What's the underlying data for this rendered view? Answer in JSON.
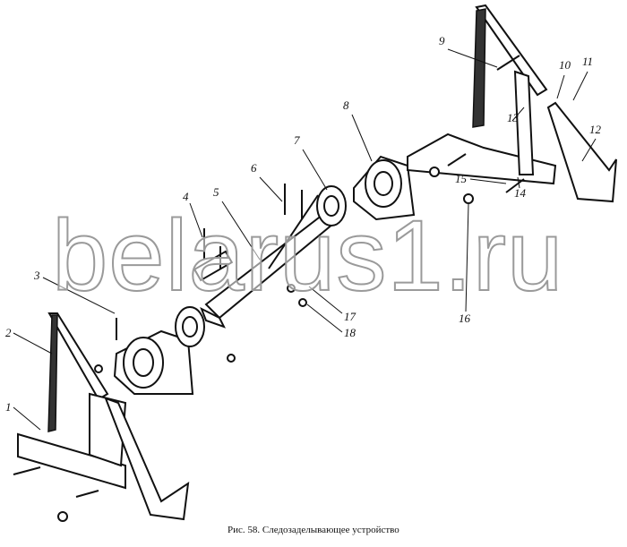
{
  "caption": "Рис. 58. Следозаделывающее устройство",
  "watermark": "belarus1.ru",
  "callouts": [
    "1",
    "2",
    "3",
    "4",
    "5",
    "6",
    "7",
    "8",
    "9",
    "10",
    "11",
    "12",
    "13",
    "14",
    "15",
    "16",
    "17",
    "18"
  ]
}
